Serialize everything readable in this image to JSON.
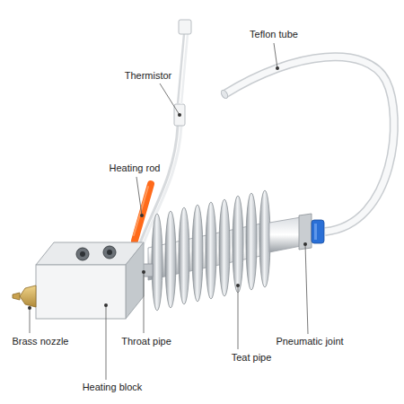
{
  "diagram": {
    "labels": [
      "Teflon tube",
      "Thermistor",
      "Heating rod",
      "Brass nozzle",
      "Throat pipe",
      "Heating block",
      "Teat pipe",
      "Pneumatic joint"
    ]
  }
}
